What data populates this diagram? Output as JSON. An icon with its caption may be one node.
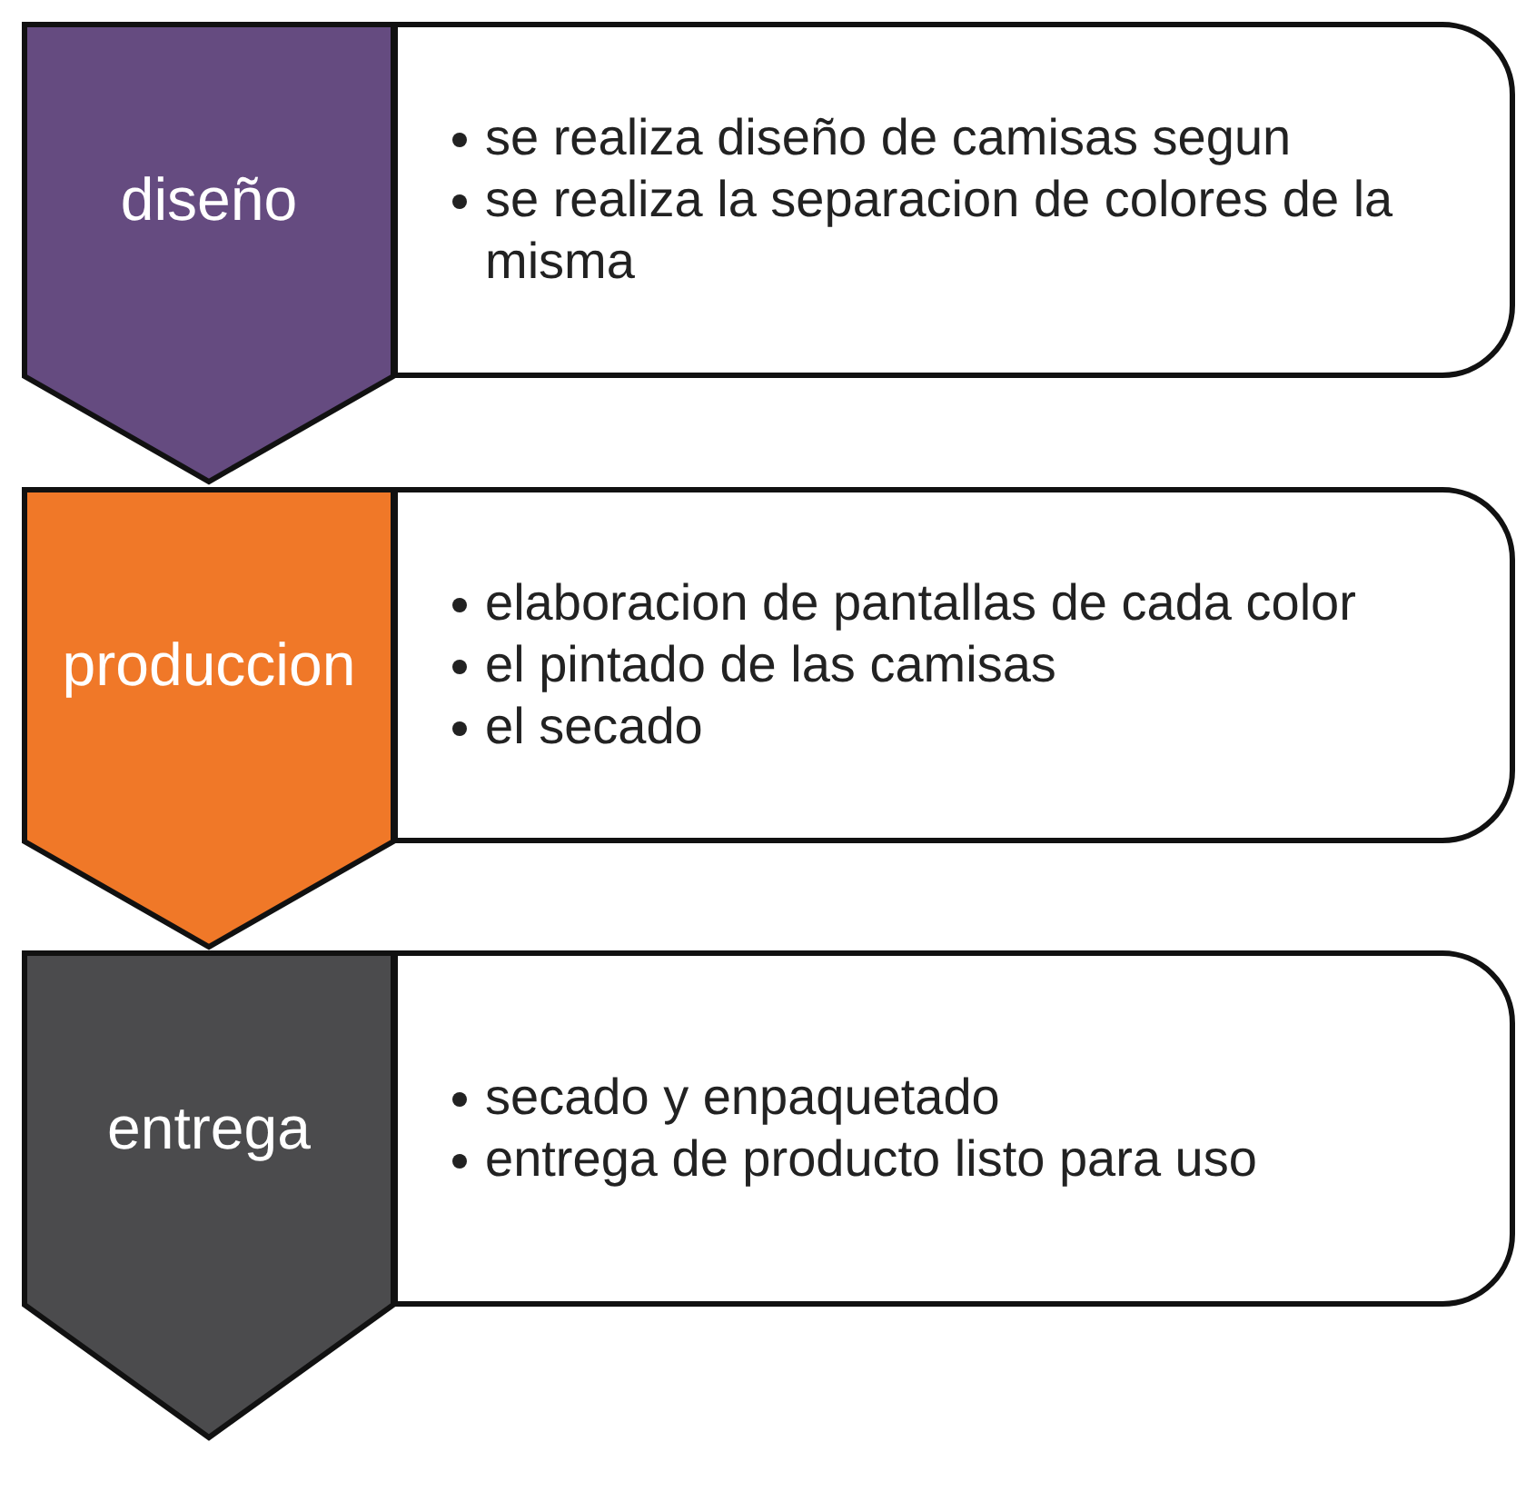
{
  "diagram": {
    "nodes": [
      {
        "text": [
          "diseño"
        ]
      },
      {
        "text": [
          "se realiza diseño de camisas segun",
          "se realiza la separacion de colores de la misma"
        ]
      },
      {
        "text": [
          "produccion"
        ]
      },
      {
        "text": [
          "elaboracion de pantallas de cada color",
          "el pintado de las camisas",
          "el secado"
        ]
      },
      {
        "text": [
          "entrega"
        ]
      },
      {
        "text": [
          "secado y enpaquetado",
          "entrega de producto listo para uso"
        ]
      }
    ]
  }
}
